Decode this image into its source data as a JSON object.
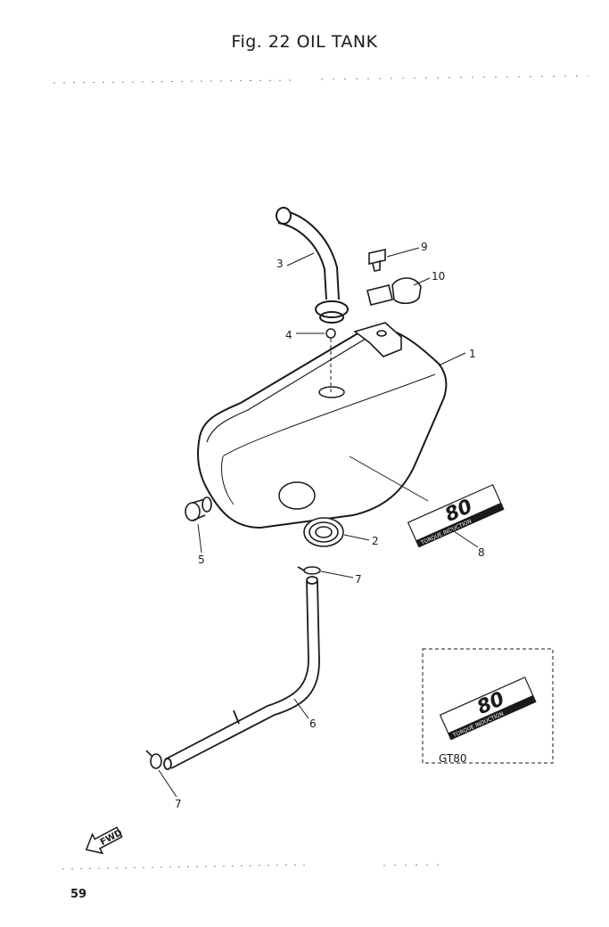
{
  "title": "Fig. 22 OIL TANK",
  "page_number": "59",
  "callouts": [
    {
      "id": "c1",
      "label": "1"
    },
    {
      "id": "c2",
      "label": "2"
    },
    {
      "id": "c3",
      "label": "3"
    },
    {
      "id": "c4",
      "label": "4"
    },
    {
      "id": "c5",
      "label": "5"
    },
    {
      "id": "c6",
      "label": "6"
    },
    {
      "id": "c7a",
      "label": "7"
    },
    {
      "id": "c7b",
      "label": "7"
    },
    {
      "id": "c8",
      "label": "8"
    },
    {
      "id": "c9",
      "label": "9"
    },
    {
      "id": "c10",
      "label": "10"
    }
  ],
  "inset": {
    "caption": "GT80"
  },
  "emblem": {
    "number": "80",
    "text": "TORQUE INDUCTION"
  },
  "fwd_arrow": {
    "label": "FWD"
  }
}
